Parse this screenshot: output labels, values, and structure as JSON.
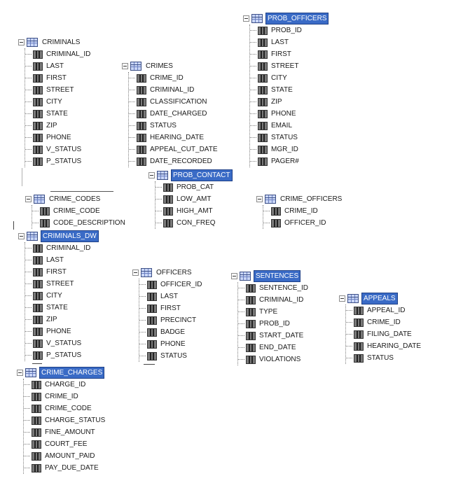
{
  "tables": [
    {
      "id": "criminals",
      "name": "CRIMINALS",
      "selected": false,
      "columns": [
        "CRIMINAL_ID",
        "LAST",
        "FIRST",
        "STREET",
        "CITY",
        "STATE",
        "ZIP",
        "PHONE",
        "V_STATUS",
        "P_STATUS"
      ]
    },
    {
      "id": "crimes",
      "name": "CRIMES",
      "selected": false,
      "columns": [
        "CRIME_ID",
        "CRIMINAL_ID",
        "CLASSIFICATION",
        "DATE_CHARGED",
        "STATUS",
        "HEARING_DATE",
        "APPEAL_CUT_DATE",
        "DATE_RECORDED"
      ]
    },
    {
      "id": "prob-officers",
      "name": "PROB_OFFICERS",
      "selected": true,
      "columns": [
        "PROB_ID",
        "LAST",
        "FIRST",
        "STREET",
        "CITY",
        "STATE",
        "ZIP",
        "PHONE",
        "EMAIL",
        "STATUS",
        "MGR_ID",
        "PAGER#"
      ]
    },
    {
      "id": "prob-contact",
      "name": "PROB_CONTACT",
      "selected": true,
      "columns": [
        "PROB_CAT",
        "LOW_AMT",
        "HIGH_AMT",
        "CON_FREQ"
      ]
    },
    {
      "id": "crime-codes",
      "name": "CRIME_CODES",
      "selected": false,
      "columns": [
        "CRIME_CODE",
        "CODE_DESCRIPTION"
      ]
    },
    {
      "id": "crime-officers",
      "name": "CRIME_OFFICERS",
      "selected": false,
      "columns": [
        "CRIME_ID",
        "OFFICER_ID"
      ]
    },
    {
      "id": "criminals-dw",
      "name": "CRIMINALS_DW",
      "selected": true,
      "columns": [
        "CRIMINAL_ID",
        "LAST",
        "FIRST",
        "STREET",
        "CITY",
        "STATE",
        "ZIP",
        "PHONE",
        "V_STATUS",
        "P_STATUS"
      ]
    },
    {
      "id": "officers",
      "name": "OFFICERS",
      "selected": false,
      "columns": [
        "OFFICER_ID",
        "LAST",
        "FIRST",
        "PRECINCT",
        "BADGE",
        "PHONE",
        "STATUS"
      ]
    },
    {
      "id": "sentences",
      "name": "SENTENCES",
      "selected": true,
      "columns": [
        "SENTENCE_ID",
        "CRIMINAL_ID",
        "TYPE",
        "PROB_ID",
        "START_DATE",
        "END_DATE",
        "VIOLATIONS"
      ]
    },
    {
      "id": "appeals",
      "name": "APPEALS",
      "selected": true,
      "columns": [
        "APPEAL_ID",
        "CRIME_ID",
        "FILING_DATE",
        "HEARING_DATE",
        "STATUS"
      ]
    },
    {
      "id": "crime-charges",
      "name": "CRIME_CHARGES",
      "selected": true,
      "columns": [
        "CHARGE_ID",
        "CRIME_ID",
        "CRIME_CODE",
        "CHARGE_STATUS",
        "FINE_AMOUNT",
        "COURT_FEE",
        "AMOUNT_PAID",
        "PAY_DUE_DATE"
      ]
    }
  ]
}
